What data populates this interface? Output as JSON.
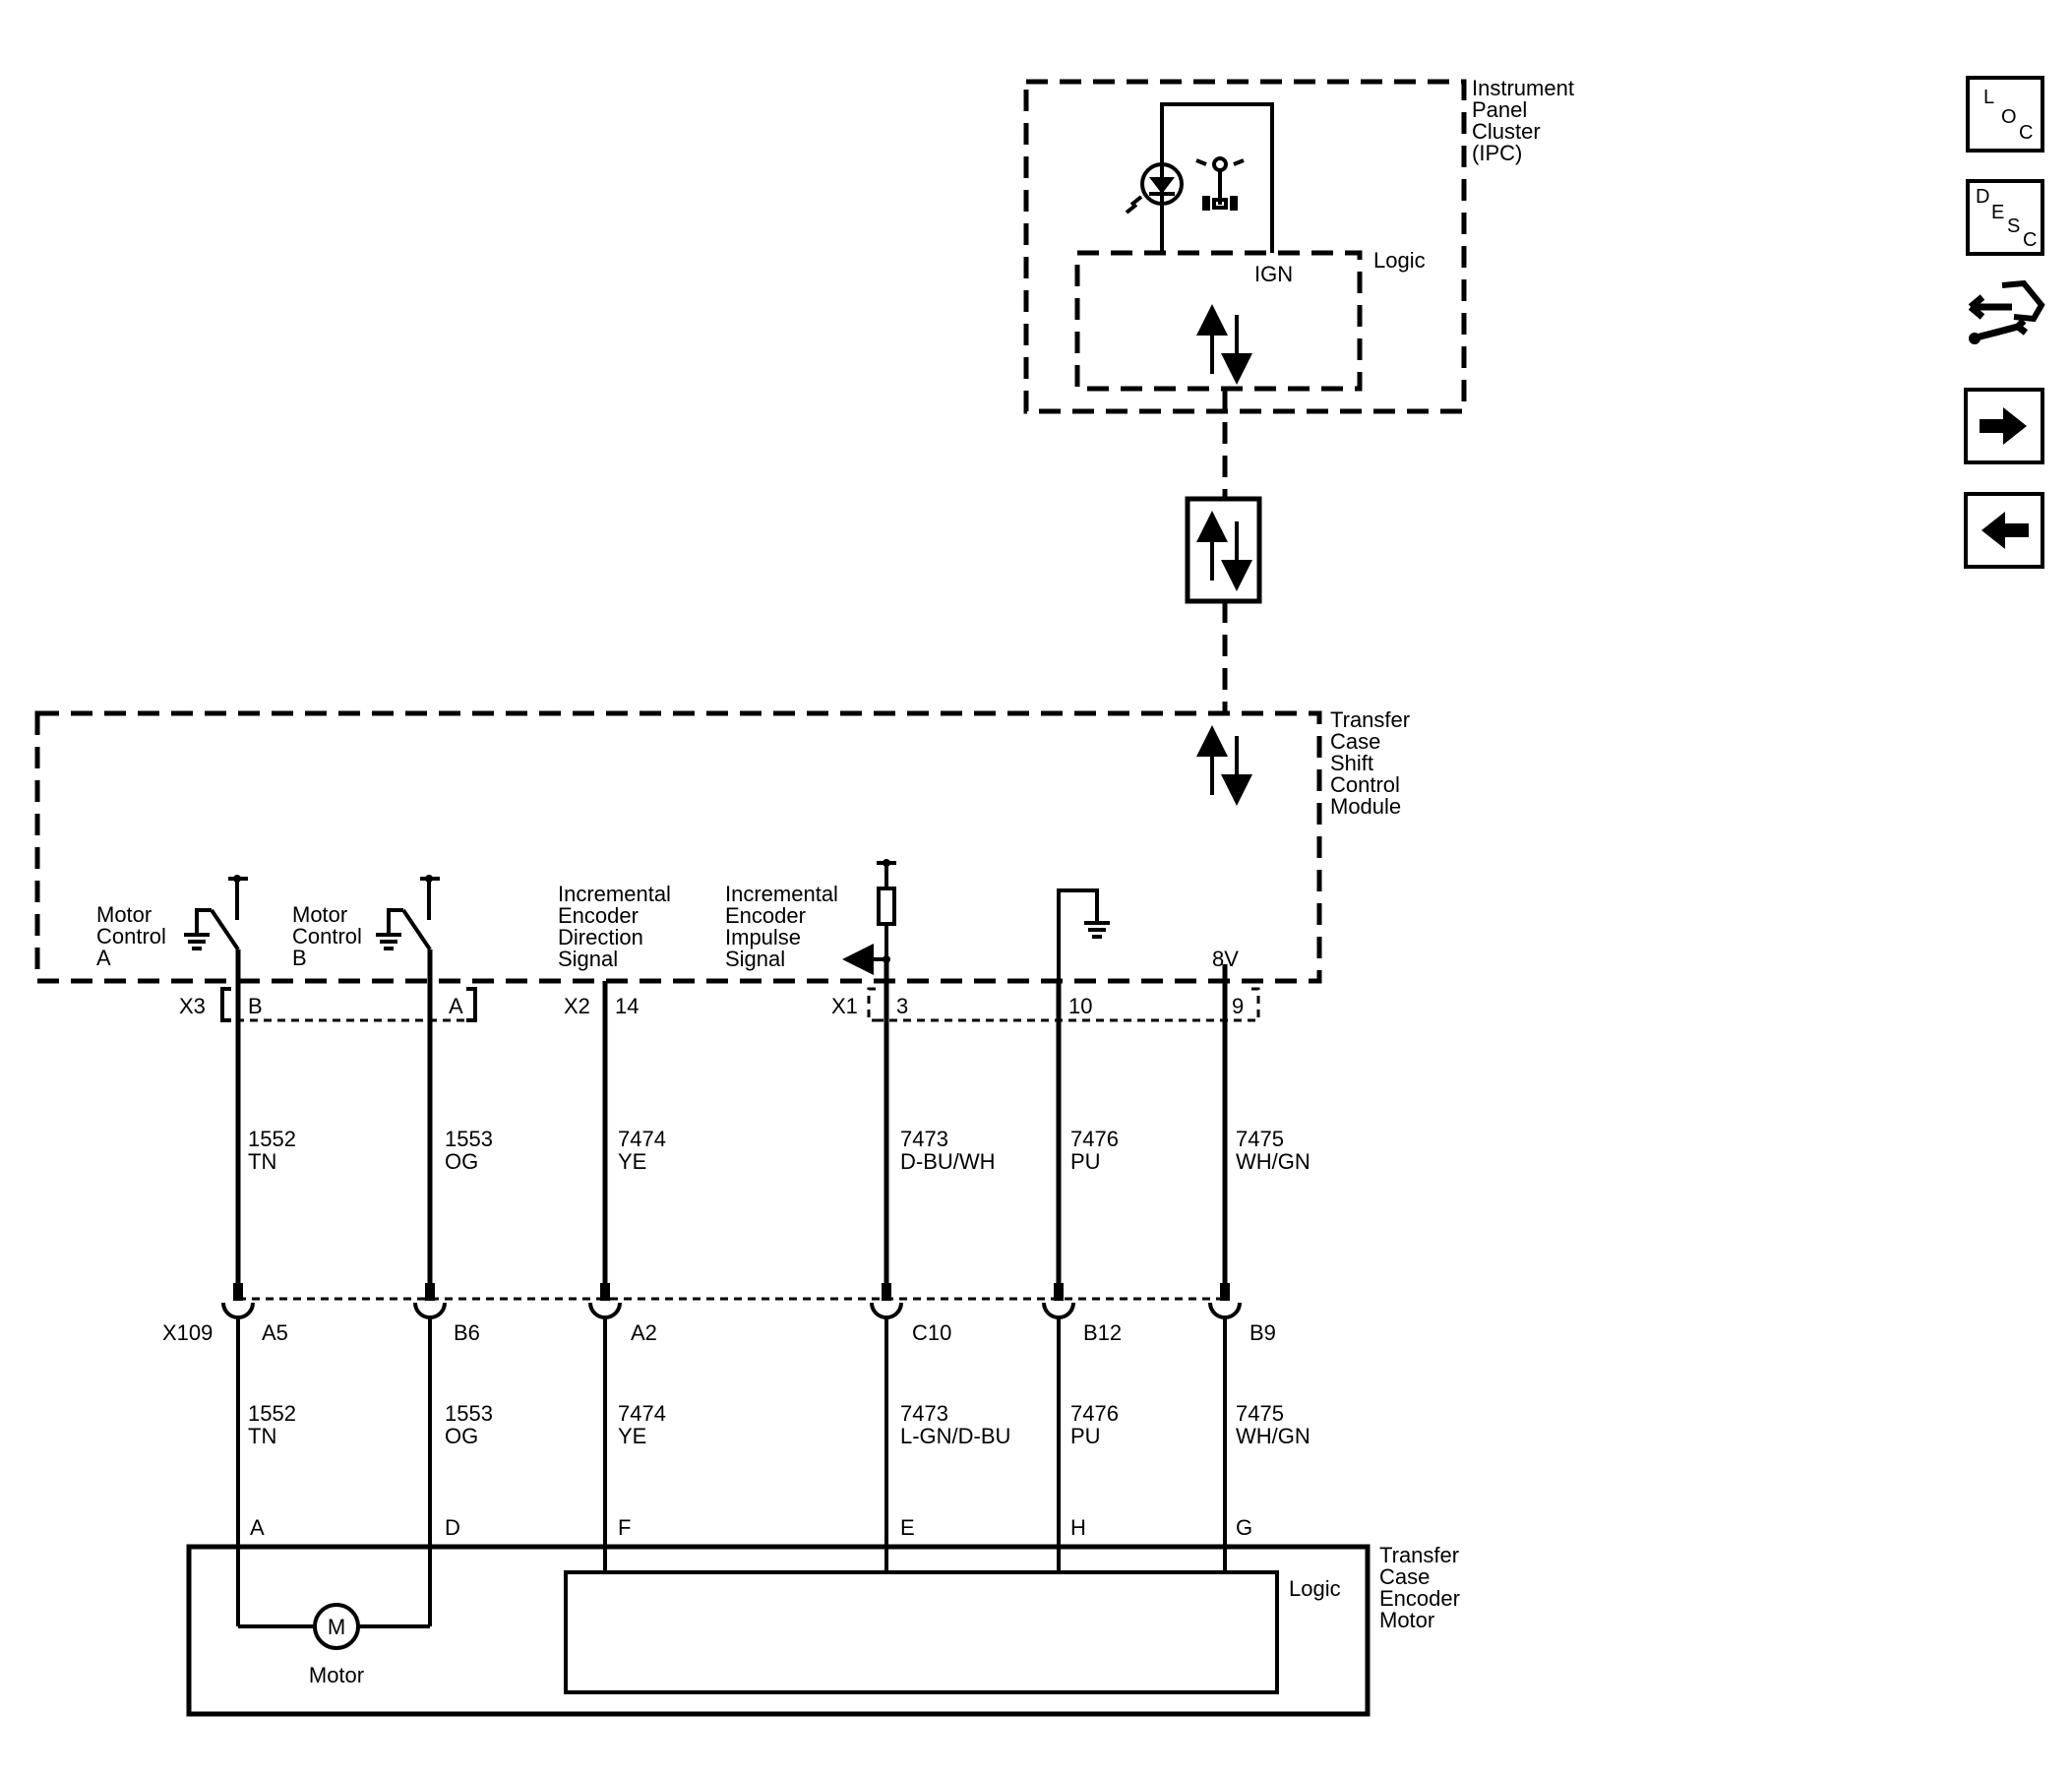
{
  "modules": {
    "ipc": {
      "name_lines": [
        "Instrument",
        "Panel",
        "Cluster",
        "(IPC)"
      ],
      "logic_label": "Logic",
      "ign_label": "IGN"
    },
    "tcscm": {
      "name_lines": [
        "Transfer",
        "Case",
        "Shift",
        "Control",
        "Module"
      ],
      "supply_label": "8V"
    },
    "encoder_motor": {
      "name_lines": [
        "Transfer",
        "Case",
        "Encoder",
        "Motor"
      ],
      "logic_label": "Logic",
      "motor_symbol": "M",
      "motor_label": "Motor"
    }
  },
  "module_circuits": {
    "motor_control_a": [
      "Motor",
      "Control",
      "A"
    ],
    "motor_control_b": [
      "Motor",
      "Control",
      "B"
    ],
    "inc_dir_signal": [
      "Incremental",
      "Encoder",
      "Direction",
      "Signal"
    ],
    "inc_impulse_signal": [
      "Incremental",
      "Encoder",
      "Impulse",
      "Signal"
    ]
  },
  "connectors": {
    "x3": {
      "label": "X3",
      "pins": [
        "B",
        "A"
      ]
    },
    "x2": {
      "label": "X2",
      "pins": [
        "14"
      ]
    },
    "x1": {
      "label": "X1",
      "pins": [
        "3",
        "10",
        "9"
      ]
    },
    "x109": {
      "label": "X109",
      "pins": [
        "A5",
        "B6",
        "A2",
        "C10",
        "B12",
        "B9"
      ]
    },
    "motor_pins": [
      "A",
      "D",
      "F",
      "E",
      "H",
      "G"
    ]
  },
  "wires_upper": [
    {
      "circuit": "1552",
      "color": "TN"
    },
    {
      "circuit": "1553",
      "color": "OG"
    },
    {
      "circuit": "7474",
      "color": "YE"
    },
    {
      "circuit": "7473",
      "color": "D-BU/WH"
    },
    {
      "circuit": "7476",
      "color": "PU"
    },
    {
      "circuit": "7475",
      "color": "WH/GN"
    }
  ],
  "wires_lower": [
    {
      "circuit": "1552",
      "color": "TN"
    },
    {
      "circuit": "1553",
      "color": "OG"
    },
    {
      "circuit": "7474",
      "color": "YE"
    },
    {
      "circuit": "7473",
      "color": "L-GN/D-BU"
    },
    {
      "circuit": "7476",
      "color": "PU"
    },
    {
      "circuit": "7475",
      "color": "WH/GN"
    }
  ],
  "nav": {
    "loc": [
      "L",
      "O",
      "C"
    ],
    "desc": [
      "D",
      "E",
      "S",
      "C"
    ],
    "icons": [
      "service-info-icon",
      "next-arrow-icon",
      "previous-arrow-icon"
    ]
  }
}
